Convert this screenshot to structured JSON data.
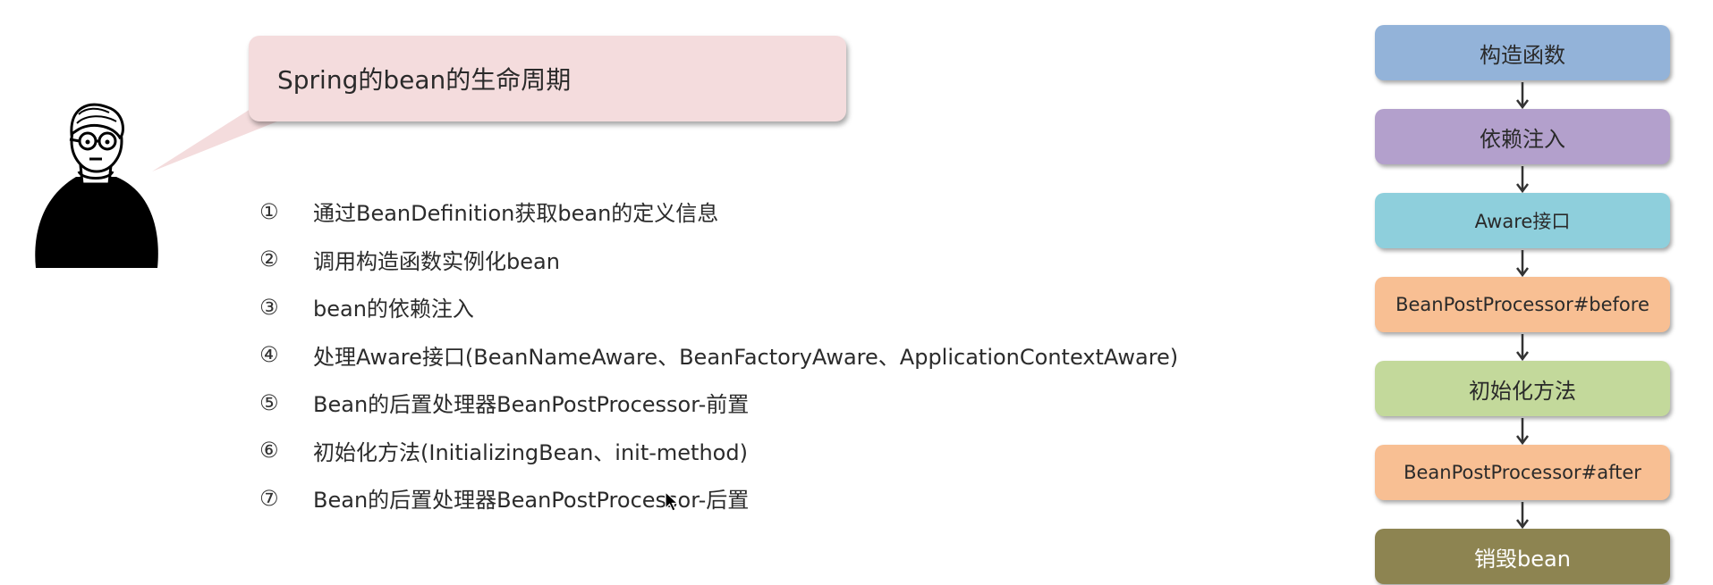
{
  "bubble": {
    "title": "Spring的bean的生命周期"
  },
  "steps": [
    {
      "num": "①",
      "text": "通过BeanDefinition获取bean的定义信息"
    },
    {
      "num": "②",
      "text": "调用构造函数实例化bean"
    },
    {
      "num": "③",
      "text": "bean的依赖注入"
    },
    {
      "num": "④",
      "text": "处理Aware接口(BeanNameAware、BeanFactoryAware、ApplicationContextAware)"
    },
    {
      "num": "⑤",
      "text": "Bean的后置处理器BeanPostProcessor-前置"
    },
    {
      "num": "⑥",
      "text": "初始化方法(InitializingBean、init-method)"
    },
    {
      "num": "⑦",
      "text": "Bean的后置处理器BeanPostProcessor-后置"
    }
  ],
  "flow": [
    {
      "label": "构造函数",
      "color": "#93b3d9"
    },
    {
      "label": "依赖注入",
      "color": "#b3a0cc"
    },
    {
      "label": "Aware接口",
      "color": "#8ecfdc"
    },
    {
      "label": "BeanPostProcessor#before",
      "color": "#f8bf93"
    },
    {
      "label": "初始化方法",
      "color": "#c3d99b"
    },
    {
      "label": "BeanPostProcessor#after",
      "color": "#f8bf93"
    },
    {
      "label": "销毁bean",
      "color": "#8d8451"
    }
  ]
}
